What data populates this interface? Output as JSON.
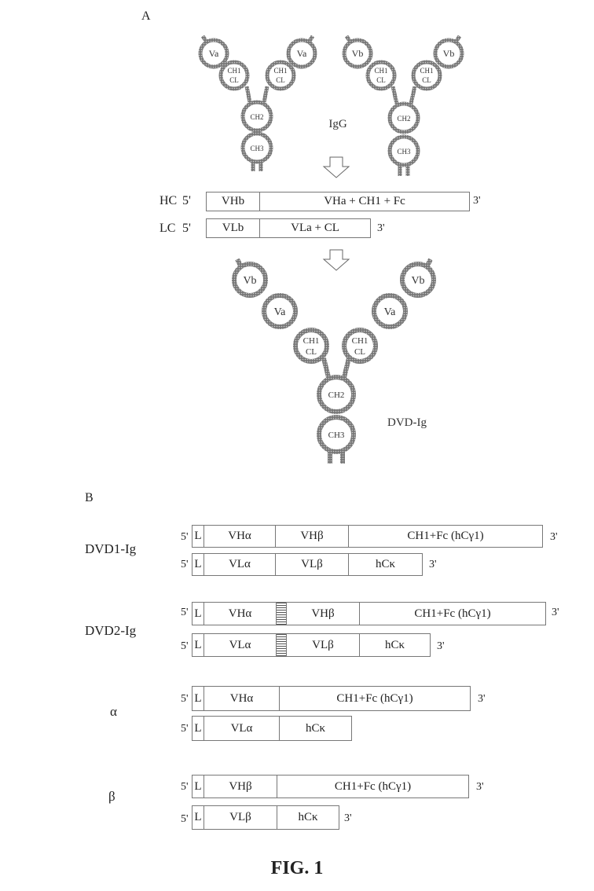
{
  "panel_a": {
    "letter": "A",
    "igg": {
      "label": "IgG",
      "antibody_a": {
        "variable": "Va",
        "ch1": "CH1",
        "cl": "CL",
        "ch2": "CH2",
        "ch3": "CH3"
      },
      "antibody_b": {
        "variable": "Vb",
        "ch1": "CH1",
        "cl": "CL",
        "ch2": "CH2",
        "ch3": "CH3"
      }
    },
    "constructs": [
      {
        "label": "HC",
        "five": "5'",
        "three": "3'",
        "segments": [
          "VHb",
          "VHa + CH1 + Fc"
        ]
      },
      {
        "label": "LC",
        "five": "5'",
        "three": "3'",
        "segments": [
          "VLb",
          "VLa + CL"
        ]
      }
    ],
    "dvd": {
      "label": "DVD-Ig",
      "outer": "Vb",
      "inner": "Va",
      "ch1": "CH1",
      "cl": "CL",
      "ch2": "CH2",
      "ch3": "CH3"
    }
  },
  "panel_b": {
    "letter": "B",
    "groups": [
      {
        "name": "DVD1-Ig",
        "heavy": {
          "five": "5'",
          "three": "3'",
          "segments": [
            "L",
            "VHα",
            "VHβ",
            "CH1+Fc (hCγ1)"
          ]
        },
        "light": {
          "five": "5'",
          "three": "3'",
          "segments": [
            "L",
            "VLα",
            "VLβ",
            "hCκ"
          ]
        }
      },
      {
        "name": "DVD2-Ig",
        "heavy": {
          "five": "5'",
          "three": "3'",
          "segments": [
            "L",
            "VHα",
            "",
            "VHβ",
            "CH1+Fc (hCγ1)"
          ]
        },
        "light": {
          "five": "5'",
          "three": "3'",
          "segments": [
            "L",
            "VLα",
            "",
            "VLβ",
            "hCκ"
          ]
        }
      },
      {
        "name": "α",
        "heavy": {
          "five": "5'",
          "three": "3'",
          "segments": [
            "L",
            "VHα",
            "CH1+Fc (hCγ1)"
          ]
        },
        "light": {
          "five": "5'",
          "three": "",
          "segments": [
            "L",
            "VLα",
            "hCκ"
          ]
        }
      },
      {
        "name": "β",
        "heavy": {
          "five": "5'",
          "three": "3'",
          "segments": [
            "L",
            "VHβ",
            "CH1+Fc (hCγ1)"
          ]
        },
        "light": {
          "five": "5'",
          "three": "3'",
          "segments": [
            "L",
            "VLβ",
            "hCκ"
          ]
        }
      }
    ]
  },
  "caption": "FIG. 1"
}
